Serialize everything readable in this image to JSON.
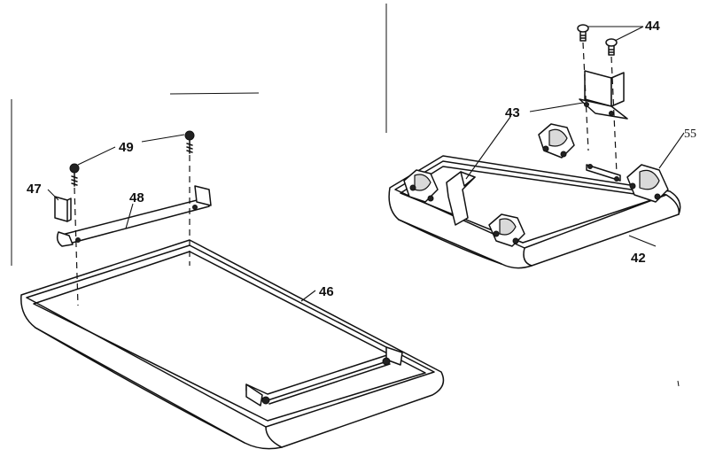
{
  "callouts": {
    "c42": "42",
    "c43": "43",
    "c44": "44",
    "c46": "46",
    "c47": "47",
    "c48": "48",
    "c49": "49",
    "c55": "55"
  }
}
